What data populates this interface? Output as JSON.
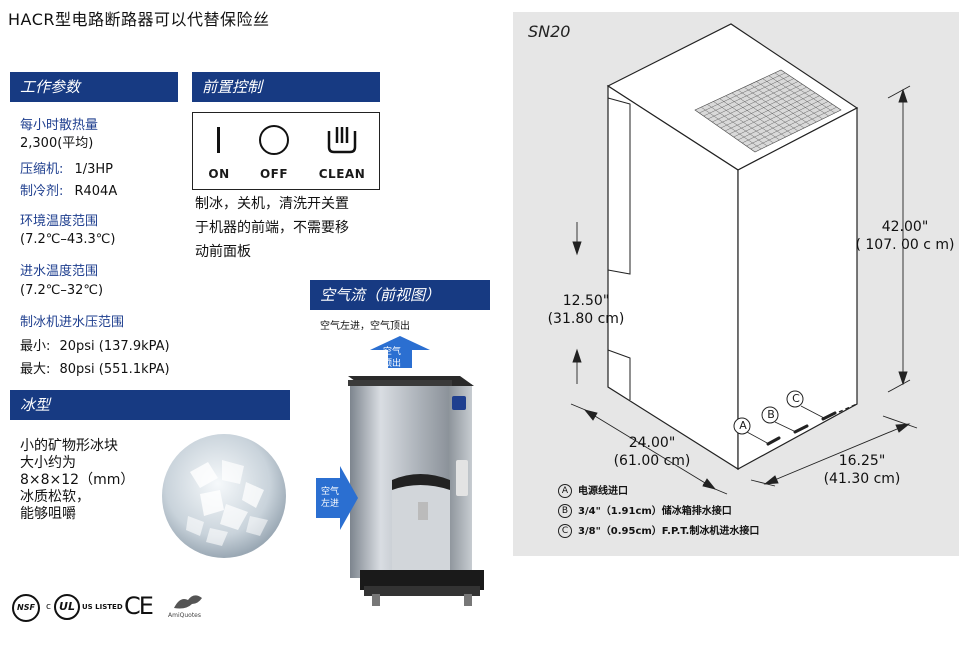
{
  "title": "HACR型电路断路器可以代替保险丝",
  "work_params": {
    "header": "工作参数",
    "heat_label": "每小时散热量",
    "heat_value": "2,300(平均)",
    "compressor_label": "压缩机:",
    "compressor_value": "1/3HP",
    "refrigerant_label": "制冷剂:",
    "refrigerant_value": "R404A",
    "ambient_label": "环境温度范围",
    "ambient_value": "(7.2℃–43.3℃)",
    "water_label": "进水温度范围",
    "water_value": "(7.2℃–32℃)",
    "pressure_label": "制冰机进水压范围",
    "min_label": "最小:",
    "min_value": "20psi (137.9kPA)",
    "max_label": "最大:",
    "max_value": "80psi (551.1kPA)"
  },
  "front_controls": {
    "header": "前置控制",
    "buttons": [
      {
        "symbol": "I",
        "label": "ON"
      },
      {
        "symbol": "O",
        "label": "OFF"
      },
      {
        "symbol": "clean-icon",
        "label": "CLEAN"
      }
    ],
    "desc_lines": [
      "制冰，关机，清洗开关置",
      "于机器的前端，不需要移",
      "动前面板"
    ]
  },
  "airflow": {
    "header": "空气流（前视图）",
    "subtitle": "空气左进，空气顶出",
    "top_arrow": [
      "空气",
      "顶出"
    ],
    "left_arrow": [
      "空气",
      "左进"
    ]
  },
  "ice_type": {
    "header": "冰型",
    "desc_lines": [
      "小的矿物形冰块",
      "大小约为",
      "8×8×12（mm）",
      "冰质松软，",
      "能够咀嚼"
    ]
  },
  "certs": {
    "nsf": "NSF",
    "ul_c": "c",
    "ul": "UL",
    "ul_listed": "US LISTED",
    "ce": "CE",
    "other": "AmiQuotes"
  },
  "diagram": {
    "model": "SN20",
    "height_in": "42.00\"",
    "height_cm": "( 107. 00 c m)",
    "opening_in": "12.50\"",
    "opening_cm": "(31.80 cm)",
    "width_in": "24.00\"",
    "width_cm": "(61.00  cm)",
    "depth_in": "16.25\"",
    "depth_cm": "(41.30 cm)",
    "markers": [
      "A",
      "B",
      "C"
    ],
    "legend": [
      {
        "key": "A",
        "text": "电源线进口"
      },
      {
        "key": "B",
        "text": "3/4\"（1.91cm）储冰箱排水接口"
      },
      {
        "key": "C",
        "text": "3/8\"（0.95cm）F.P.T.制冰机进水接口"
      }
    ]
  }
}
